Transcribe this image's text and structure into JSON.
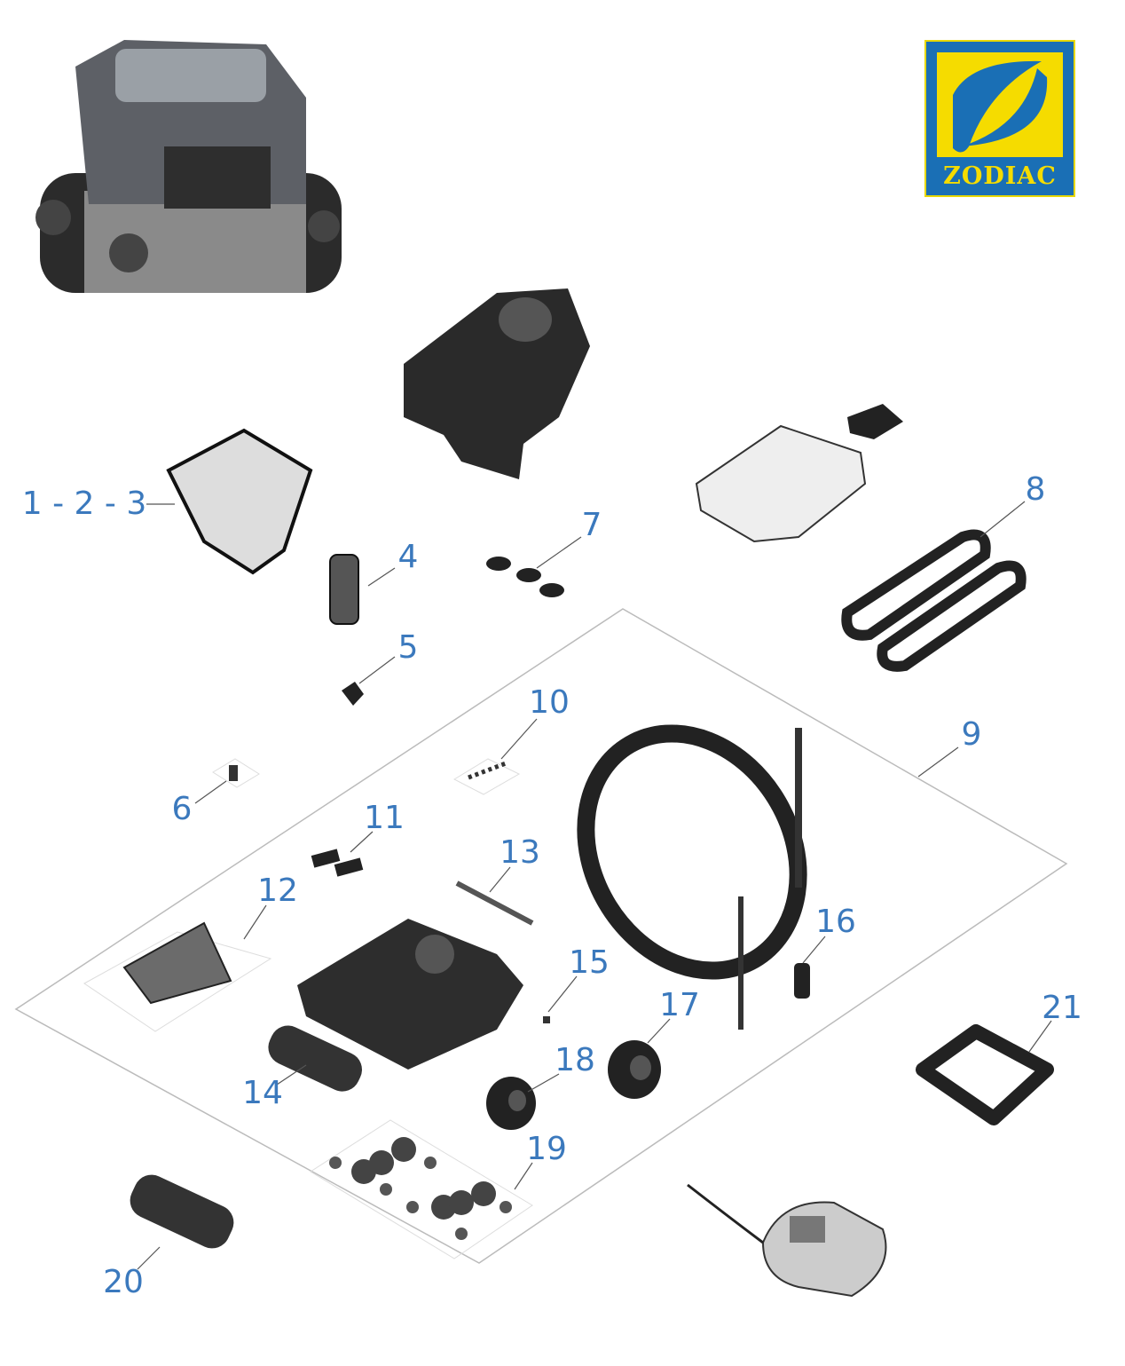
{
  "logo": {
    "brand": "ZODIAC",
    "colors": {
      "blue": "#1a6fb5",
      "yellow": "#f5dc00"
    }
  },
  "label_color": "#3b79bd",
  "parts": [
    {
      "id": "filter-basket",
      "label": "1 - 2 - 3"
    },
    {
      "id": "part-4",
      "label": "4"
    },
    {
      "id": "part-5",
      "label": "5"
    },
    {
      "id": "part-6",
      "label": "6"
    },
    {
      "id": "part-7",
      "label": "7"
    },
    {
      "id": "tracks",
      "label": "8"
    },
    {
      "id": "kit",
      "label": "9"
    },
    {
      "id": "part-10",
      "label": "10"
    },
    {
      "id": "part-11",
      "label": "11"
    },
    {
      "id": "part-12",
      "label": "12"
    },
    {
      "id": "part-13",
      "label": "13"
    },
    {
      "id": "part-14",
      "label": "14"
    },
    {
      "id": "part-15",
      "label": "15"
    },
    {
      "id": "part-16",
      "label": "16"
    },
    {
      "id": "wheel-17",
      "label": "17"
    },
    {
      "id": "wheel-18",
      "label": "18"
    },
    {
      "id": "gears",
      "label": "19"
    },
    {
      "id": "brush",
      "label": "20"
    },
    {
      "id": "handle",
      "label": "21"
    }
  ]
}
